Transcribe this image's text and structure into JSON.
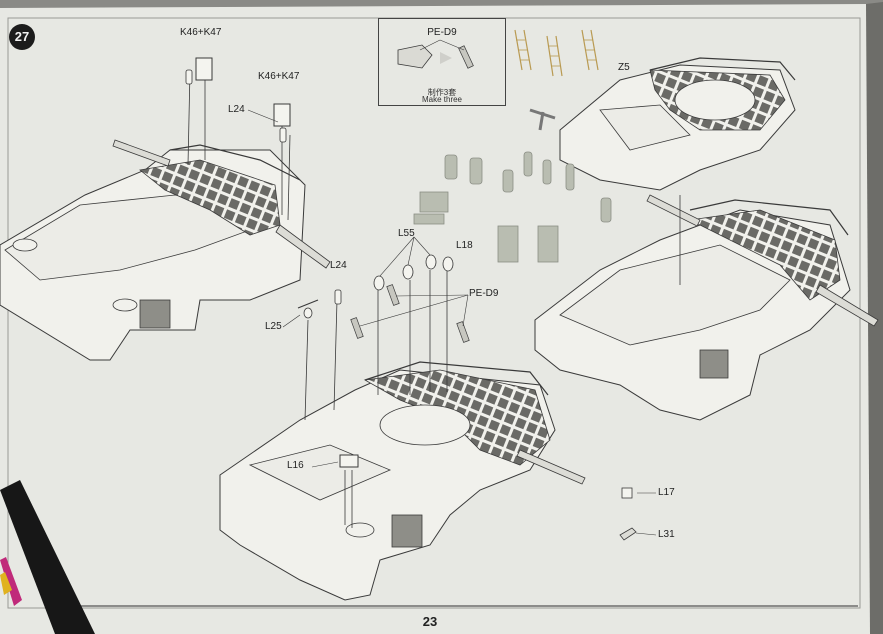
{
  "step_number": "27",
  "inset": {
    "part_label": "PE-D9",
    "chinese_note": "制作3套",
    "english_note": "Make three"
  },
  "labels": {
    "k46_left": "K46+K47",
    "k46_mid": "K46+K47",
    "l24_top": "L24",
    "l24_mid": "L24",
    "l25": "L25",
    "z5": "Z5",
    "l55": "L55",
    "l18": "L18",
    "pe_d9": "PE-D9",
    "l16": "L16",
    "l17": "L17",
    "l31": "L31"
  },
  "page_number": "23",
  "colors": {
    "paper": "#e7e8e3",
    "part_fill": "#f1f1ec",
    "deck_tile": "#6a6a66",
    "resin_grey": "#b9bdb1",
    "line": "#3a3a3a"
  }
}
